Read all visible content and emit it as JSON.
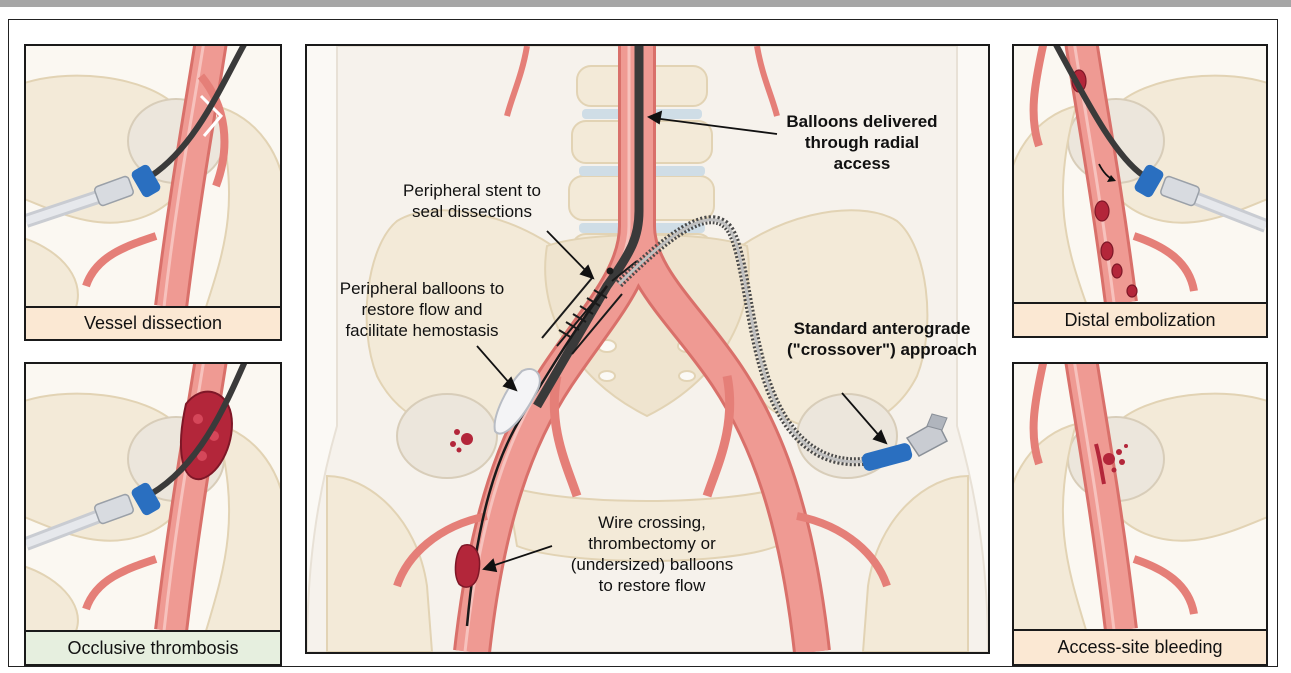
{
  "panels": {
    "vessel_dissection": {
      "caption": "Vessel dissection",
      "caption_color": "#fbe8d3"
    },
    "occlusive_thrombosis": {
      "caption": "Occlusive thrombosis",
      "caption_color": "#e6efdf"
    },
    "distal_embolization": {
      "caption": "Distal embolization",
      "caption_color": "#fbe8d3"
    },
    "access_site_bleeding": {
      "caption": "Access-site bleeding",
      "caption_color": "#fbe8d3"
    }
  },
  "center": {
    "labels": {
      "balloons_radial_1": "Balloons delivered",
      "balloons_radial_2": "through radial access",
      "stent_1": "Peripheral stent to",
      "stent_2": "seal dissections",
      "balloons_restore_1": "Peripheral balloons to",
      "balloons_restore_2": "restore flow and",
      "balloons_restore_3": "facilitate hemostasis",
      "crossover_1": "Standard anterograde",
      "crossover_2": "(\"crossover\") approach",
      "wire_1": "Wire crossing,",
      "wire_2": "thrombectomy or",
      "wire_3": "(undersized) balloons",
      "wire_4": "to restore flow"
    }
  },
  "colors": {
    "artery": "#ef9a93",
    "artery_edge": "#d9706a",
    "bone": "#f3ead8",
    "bone_edge": "#e2d3b4",
    "clot": "#b3263a",
    "sheath_blue": "#2a6fc0",
    "wire": "#3a3a3a"
  }
}
